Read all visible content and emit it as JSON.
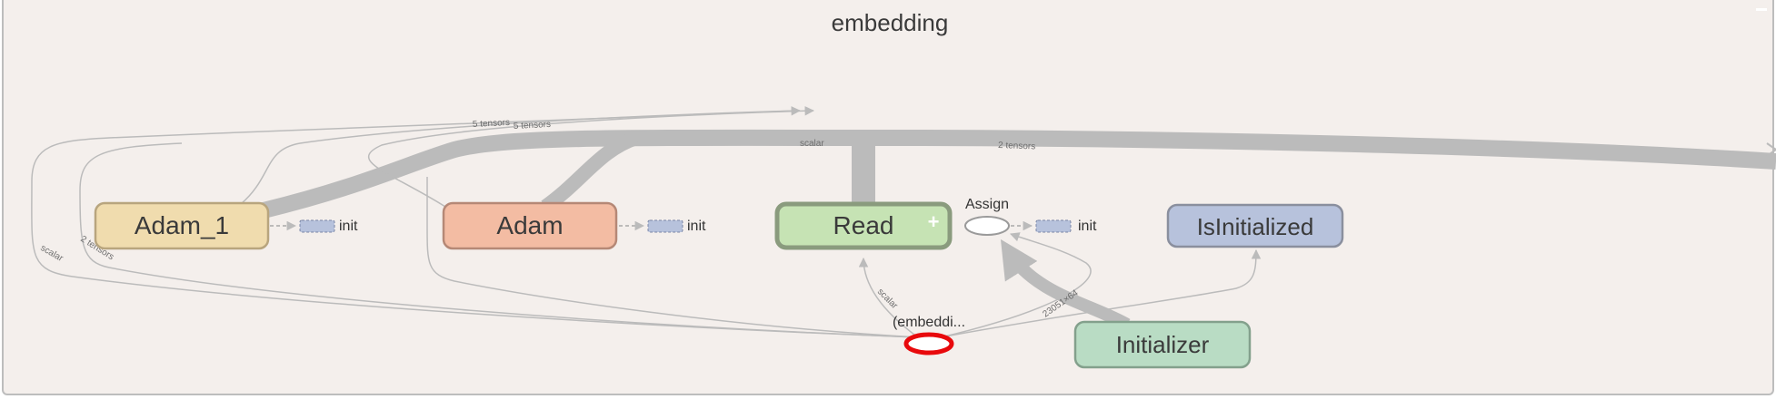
{
  "scope": {
    "title": "embedding"
  },
  "nodes": {
    "adam1": {
      "label": "Adam_1",
      "init": "init"
    },
    "adam": {
      "label": "Adam",
      "init": "init"
    },
    "read": {
      "label": "Read",
      "expand": "+"
    },
    "assign": {
      "label": "Assign",
      "init": "init"
    },
    "isinit": {
      "label": "IsInitialized"
    },
    "initializer": {
      "label": "Initializer"
    },
    "var": {
      "label": "(embeddi..."
    }
  },
  "edge_labels": {
    "five_tensors_a": "5 tensors",
    "five_tensors_b": "5 tensors",
    "scalar_top": "scalar",
    "two_tensors_top": "2 tensors",
    "scalar_left": "scalar",
    "two_tensors_left": "2 tensors",
    "scalar_read": "scalar",
    "shape": "23051×64"
  },
  "colors": {
    "background": "#f4efec",
    "edge": "#bbbbbb",
    "adam1_fill": "#f0dcae",
    "adam_fill": "#f3bca3",
    "read_fill": "#c6e3b4",
    "isinit_fill": "#b7c2dc",
    "initializer_fill": "#b9dcc4",
    "var_stroke": "#e8090c",
    "init_chip": "#b7c2dc"
  }
}
